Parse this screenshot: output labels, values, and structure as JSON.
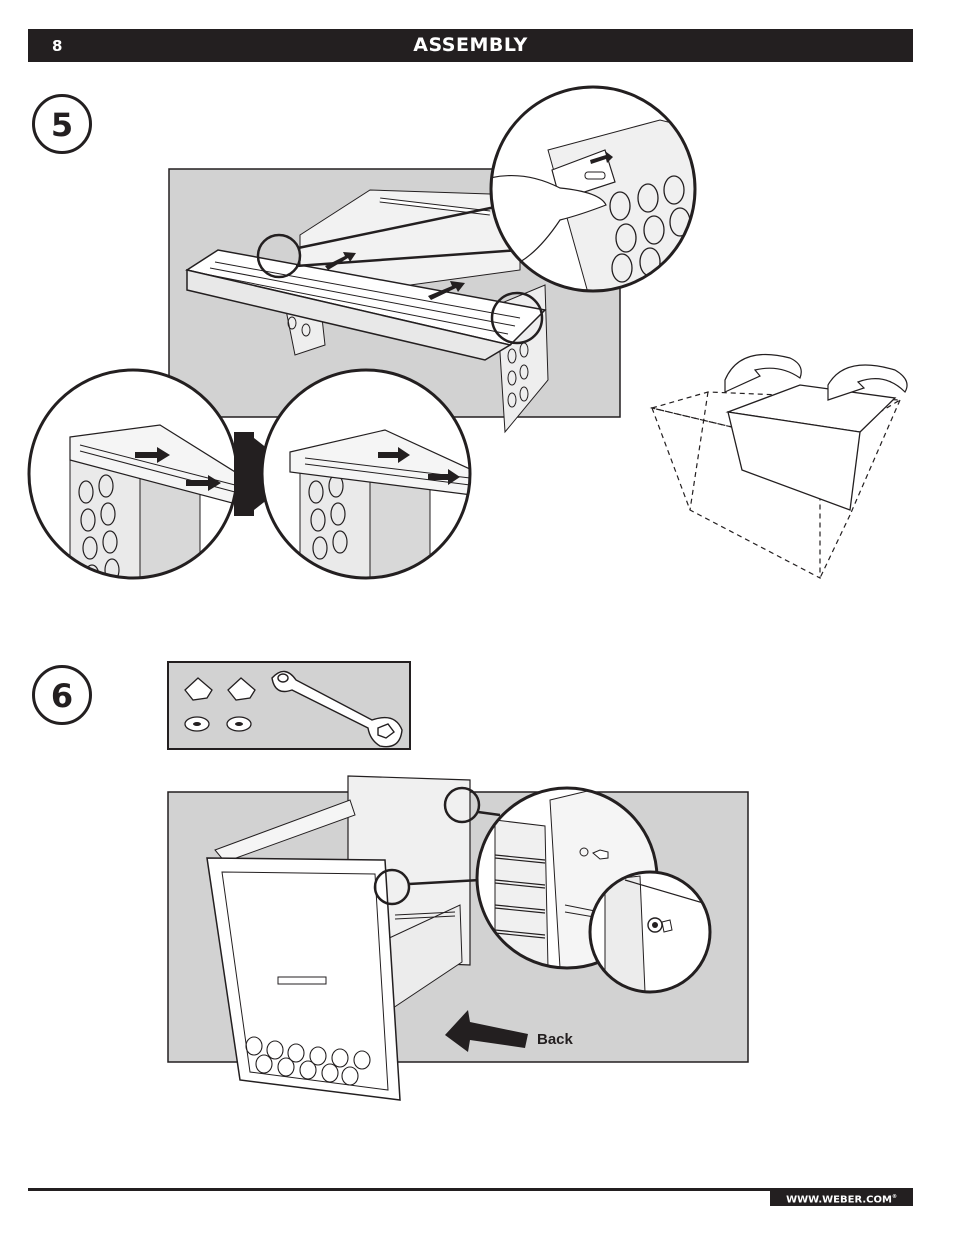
{
  "header": {
    "page_number": "8",
    "title": "ASSEMBLY"
  },
  "steps": [
    {
      "number": "5"
    },
    {
      "number": "6"
    }
  ],
  "step6": {
    "direction_label": "Back"
  },
  "footer": {
    "url": "WWW.WEBER.COM",
    "registered_mark": "®"
  }
}
